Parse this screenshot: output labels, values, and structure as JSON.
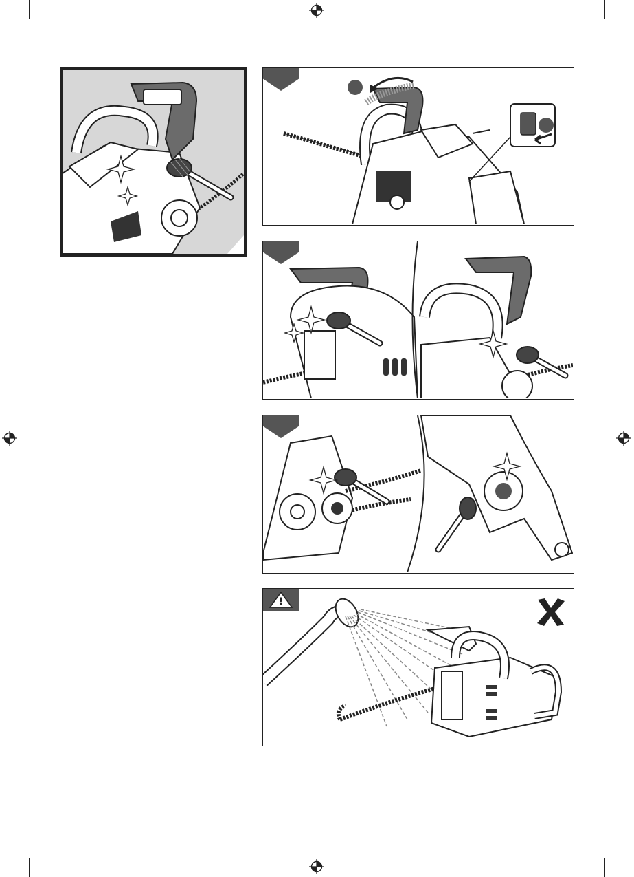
{
  "page": {
    "background": "#ffffff",
    "ink": "#222222",
    "panel_fill": "#d7d7d7",
    "icons": [
      "registration-mark",
      "step-tab",
      "warning-triangle",
      "prohibited-x",
      "brush",
      "chainsaw"
    ]
  },
  "panels": [
    {
      "id": "handle-brush",
      "step_shown": false
    },
    {
      "id": "step-1-release-brake",
      "step_shown": true,
      "callouts": 2
    },
    {
      "id": "step-2-brush-handle",
      "step_shown": true
    },
    {
      "id": "step-3-brush-sprocket",
      "step_shown": true
    },
    {
      "id": "warning-no-water",
      "warning_icon": "warning-triangle",
      "verdict_icon": "prohibited-x",
      "warning_glyph": "!"
    }
  ]
}
